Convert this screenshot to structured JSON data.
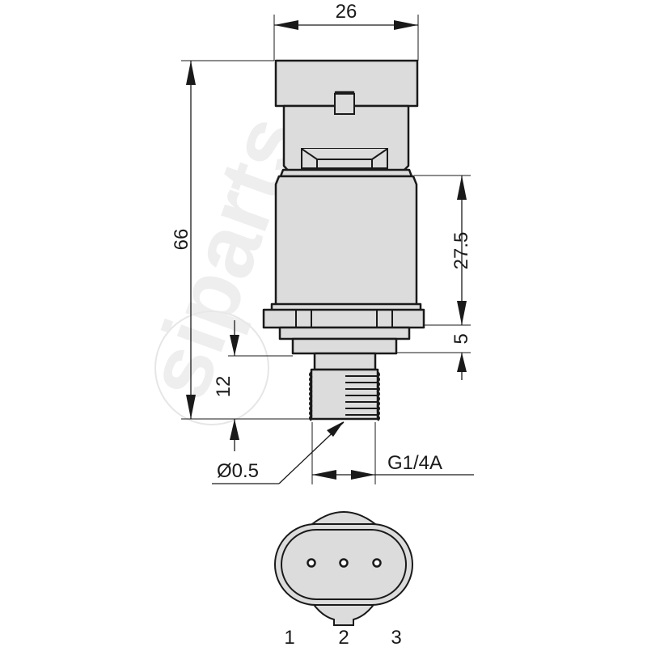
{
  "drawing": {
    "title": "Pressure sensor dimensional drawing",
    "units": "mm",
    "colors": {
      "body_fill": "#dcdcdc",
      "outline": "#1a1a1a",
      "background": "#ffffff",
      "watermark": "#e9e9e9"
    }
  },
  "dimensions": {
    "width_top": "26",
    "overall_height": "66",
    "body_height": "27.5",
    "flange_height": "5",
    "thread_length": "12",
    "orifice_diameter": "Ø0.5",
    "thread_spec": "G1/4A"
  },
  "connector": {
    "view": "3-pin connector face",
    "pins": [
      {
        "label": "1"
      },
      {
        "label": "2"
      },
      {
        "label": "3"
      }
    ]
  },
  "watermark": {
    "text": "siparts"
  }
}
